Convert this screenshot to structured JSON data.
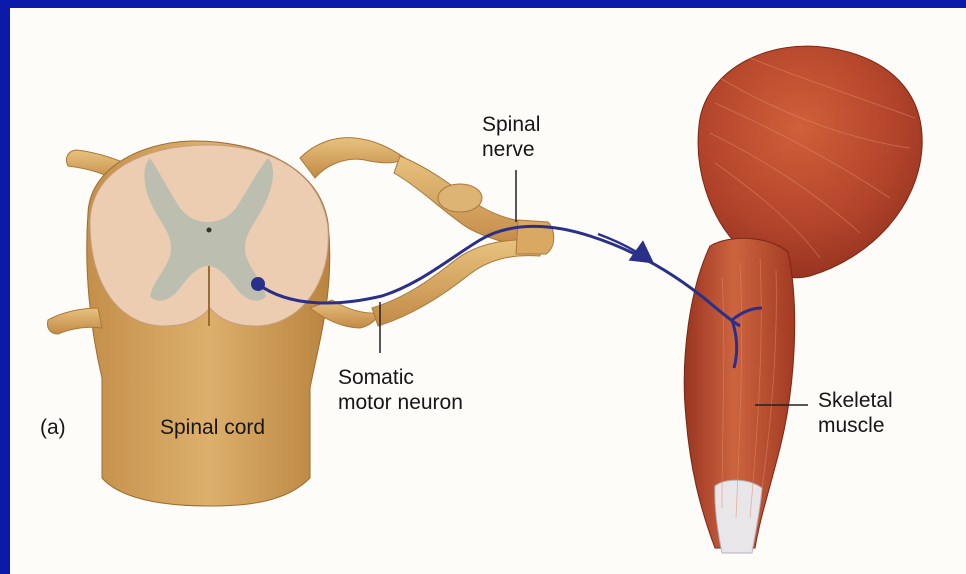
{
  "figure": {
    "panel_label": "(a)",
    "labels": {
      "spinal_nerve": [
        "Spinal",
        "nerve"
      ],
      "somatic_motor_neuron": [
        "Somatic",
        "motor neuron"
      ],
      "spinal_cord": "Spinal cord",
      "skeletal_muscle": [
        "Skeletal",
        "muscle"
      ]
    }
  },
  "colors": {
    "frame": "#0b1aa8",
    "background": "#fdfcf8",
    "nerve_tan": "#d7aa66",
    "cord_white_matter": "#eccdb2",
    "gray_matter": "#b9bdb0",
    "neuron": "#2a2f8a",
    "muscle": "#b5452a"
  }
}
